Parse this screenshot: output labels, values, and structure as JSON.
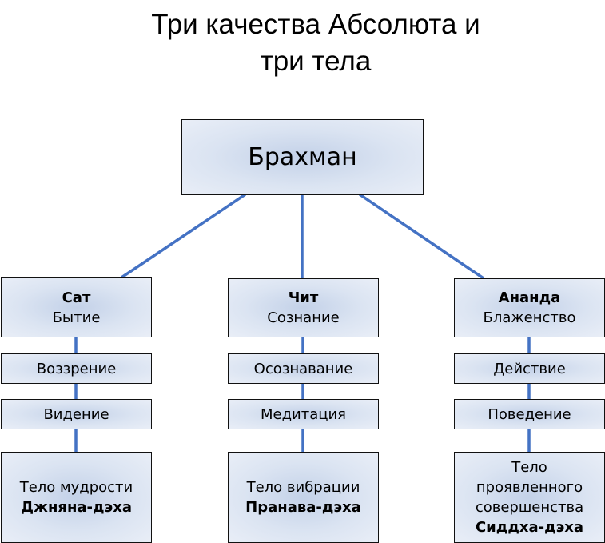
{
  "title": {
    "line1": "Три качества Абсолюта и",
    "line2": "три тела"
  },
  "root": {
    "label": "Брахман"
  },
  "columns": [
    {
      "name": "Сат",
      "meaning": "Бытие",
      "level1": "Воззрение",
      "level2": "Видение",
      "body": [
        "Тело мудрости"
      ],
      "body_name": "Джняна-дэха"
    },
    {
      "name": "Чит",
      "meaning": "Сознание",
      "level1": "Осознавание",
      "level2": "Медитация",
      "body": [
        "Тело вибрации"
      ],
      "body_name": "Пранава-дэха"
    },
    {
      "name": "Ананда",
      "meaning": "Блаженство",
      "level1": "Действие",
      "level2": "Поведение",
      "body": [
        "Тело",
        "проявленного",
        "совершенства"
      ],
      "body_name": "Сиддха-дэха"
    }
  ],
  "colors": {
    "connector": "#4472c4",
    "box_center": "#c3d1e8",
    "box_edge": "#e9eef7"
  }
}
